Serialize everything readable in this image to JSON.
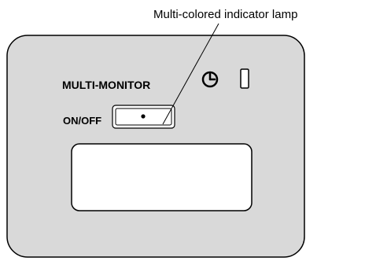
{
  "callout": {
    "label": "Multi-colored indicator lamp"
  },
  "panel": {
    "colors": {
      "face": "#d9d9d9",
      "outline": "#000000",
      "window": "#ffffff"
    },
    "multi_monitor_label": "MULTI-MONITOR",
    "on_off_label": "ON/OFF",
    "timer_icon": "clock-icon",
    "lamp": "indicator-lamp",
    "button_dot": "•"
  }
}
